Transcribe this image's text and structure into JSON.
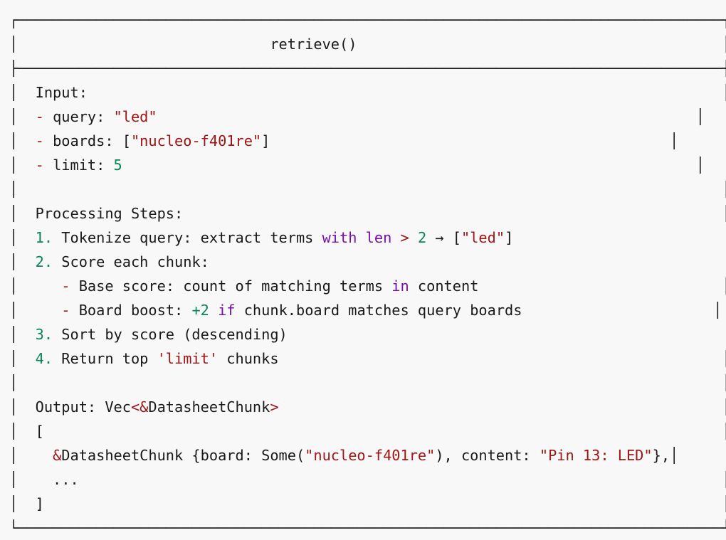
{
  "colors": {
    "background": "#f8f8f8",
    "text": "#1a1a1a",
    "string": "#a31515",
    "number": "#098658",
    "keyword": "#7a0fb0",
    "punctuation": "#a31515"
  },
  "lines": [
    [
      {
        "t": "box",
        "v": "┌─────────────────────────────────────────────────────────────────────────────────┐"
      }
    ],
    [
      {
        "t": "box",
        "v": "│"
      },
      {
        "t": "text",
        "v": "                             retrieve()                                          "
      },
      {
        "t": "box",
        "v": "│"
      }
    ],
    [
      {
        "t": "box",
        "v": "├─────────────────────────────────────────────────────────────────────────────────┤"
      }
    ],
    [
      {
        "t": "box",
        "v": "│"
      },
      {
        "t": "text",
        "v": "  Input:                                                                         "
      },
      {
        "t": "box",
        "v": "│"
      }
    ],
    [
      {
        "t": "box",
        "v": "│"
      },
      {
        "t": "text",
        "v": "  "
      },
      {
        "t": "sym",
        "v": "-"
      },
      {
        "t": "text",
        "v": " query: "
      },
      {
        "t": "str",
        "v": "\"led\""
      },
      {
        "t": "text",
        "v": "                                                              "
      },
      {
        "t": "box",
        "v": "│"
      }
    ],
    [
      {
        "t": "box",
        "v": "│"
      },
      {
        "t": "text",
        "v": "  "
      },
      {
        "t": "sym",
        "v": "-"
      },
      {
        "t": "text",
        "v": " boards: ["
      },
      {
        "t": "str",
        "v": "\"nucleo-f401re\""
      },
      {
        "t": "text",
        "v": "]                                              "
      },
      {
        "t": "box",
        "v": "│"
      }
    ],
    [
      {
        "t": "box",
        "v": "│"
      },
      {
        "t": "text",
        "v": "  "
      },
      {
        "t": "sym",
        "v": "-"
      },
      {
        "t": "text",
        "v": " limit: "
      },
      {
        "t": "num",
        "v": "5"
      },
      {
        "t": "text",
        "v": "                                                                  "
      },
      {
        "t": "box",
        "v": "│"
      }
    ],
    [
      {
        "t": "box",
        "v": "│"
      },
      {
        "t": "text",
        "v": "                                                                                 "
      },
      {
        "t": "box",
        "v": "│"
      }
    ],
    [
      {
        "t": "box",
        "v": "│"
      },
      {
        "t": "text",
        "v": "  Processing Steps:                                                              "
      },
      {
        "t": "box",
        "v": "│"
      }
    ],
    [
      {
        "t": "box",
        "v": "│"
      },
      {
        "t": "text",
        "v": "  "
      },
      {
        "t": "num",
        "v": "1."
      },
      {
        "t": "text",
        "v": " Tokenize query: extract terms "
      },
      {
        "t": "kw",
        "v": "with"
      },
      {
        "t": "text",
        "v": " "
      },
      {
        "t": "kw",
        "v": "len"
      },
      {
        "t": "text",
        "v": " "
      },
      {
        "t": "sym",
        "v": ">"
      },
      {
        "t": "text",
        "v": " "
      },
      {
        "t": "num",
        "v": "2"
      },
      {
        "t": "text",
        "v": " → ["
      },
      {
        "t": "str",
        "v": "\"led\""
      },
      {
        "t": "text",
        "v": "]                         "
      },
      {
        "t": "box",
        "v": "│"
      }
    ],
    [
      {
        "t": "box",
        "v": "│"
      },
      {
        "t": "text",
        "v": "  "
      },
      {
        "t": "num",
        "v": "2."
      },
      {
        "t": "text",
        "v": " Score each chunk:                                                            "
      },
      {
        "t": "box",
        "v": "│"
      }
    ],
    [
      {
        "t": "box",
        "v": "│"
      },
      {
        "t": "text",
        "v": "     "
      },
      {
        "t": "sym",
        "v": "-"
      },
      {
        "t": "text",
        "v": " Base score: count of matching terms "
      },
      {
        "t": "kw",
        "v": "in"
      },
      {
        "t": "text",
        "v": " content                            "
      },
      {
        "t": "box",
        "v": "│"
      }
    ],
    [
      {
        "t": "box",
        "v": "│"
      },
      {
        "t": "text",
        "v": "     "
      },
      {
        "t": "sym",
        "v": "-"
      },
      {
        "t": "text",
        "v": " Board boost: "
      },
      {
        "t": "num",
        "v": "+2"
      },
      {
        "t": "text",
        "v": " "
      },
      {
        "t": "kw",
        "v": "if"
      },
      {
        "t": "text",
        "v": " chunk.board matches query boards                      "
      },
      {
        "t": "box",
        "v": "│"
      }
    ],
    [
      {
        "t": "box",
        "v": "│"
      },
      {
        "t": "text",
        "v": "  "
      },
      {
        "t": "num",
        "v": "3."
      },
      {
        "t": "text",
        "v": " Sort by score (descending)                                                   "
      },
      {
        "t": "box",
        "v": "│"
      }
    ],
    [
      {
        "t": "box",
        "v": "│"
      },
      {
        "t": "text",
        "v": "  "
      },
      {
        "t": "num",
        "v": "4."
      },
      {
        "t": "text",
        "v": " Return top "
      },
      {
        "t": "str",
        "v": "'limit'"
      },
      {
        "t": "text",
        "v": " chunks                                                   "
      },
      {
        "t": "box",
        "v": "│"
      }
    ],
    [
      {
        "t": "box",
        "v": "│"
      },
      {
        "t": "text",
        "v": "                                                                                 "
      },
      {
        "t": "box",
        "v": "│"
      }
    ],
    [
      {
        "t": "box",
        "v": "│"
      },
      {
        "t": "text",
        "v": "  Output: Vec"
      },
      {
        "t": "sym",
        "v": "<&"
      },
      {
        "t": "text",
        "v": "DatasheetChunk"
      },
      {
        "t": "sym",
        "v": ">"
      },
      {
        "t": "text",
        "v": "                                                   "
      },
      {
        "t": "box",
        "v": "│"
      }
    ],
    [
      {
        "t": "box",
        "v": "│"
      },
      {
        "t": "text",
        "v": "  [                                                                              "
      },
      {
        "t": "box",
        "v": "│"
      }
    ],
    [
      {
        "t": "box",
        "v": "│"
      },
      {
        "t": "text",
        "v": "    "
      },
      {
        "t": "sym",
        "v": "&"
      },
      {
        "t": "text",
        "v": "DatasheetChunk {board: Some("
      },
      {
        "t": "str",
        "v": "\"nucleo-f401re\""
      },
      {
        "t": "text",
        "v": "), content: "
      },
      {
        "t": "str",
        "v": "\"Pin 13: LED\""
      },
      {
        "t": "text",
        "v": "},"
      },
      {
        "t": "box",
        "v": "│"
      }
    ],
    [
      {
        "t": "box",
        "v": "│"
      },
      {
        "t": "text",
        "v": "    ...                                                                          "
      },
      {
        "t": "box",
        "v": "│"
      }
    ],
    [
      {
        "t": "box",
        "v": "│"
      },
      {
        "t": "text",
        "v": "  ]                                                                              "
      },
      {
        "t": "box",
        "v": "│"
      }
    ],
    [
      {
        "t": "box",
        "v": "└─────────────────────────────────────────────────────────────────────────────────┘"
      }
    ]
  ]
}
